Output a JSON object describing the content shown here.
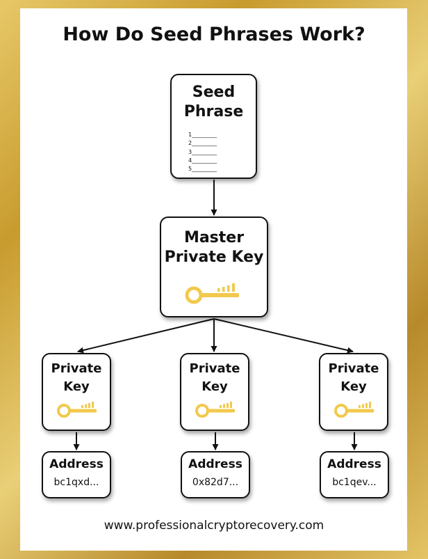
{
  "title": "How Do Seed Phrases Work?",
  "seed_phrase": {
    "label": "Seed Phrase",
    "lines": [
      "1_________",
      "2_________",
      "3_________",
      "4_________",
      "5_________"
    ]
  },
  "master_key": {
    "label": "Master Private Key",
    "icon": "key-icon"
  },
  "private_keys": [
    {
      "label": "Private Key",
      "icon": "key-icon"
    },
    {
      "label": "Private Key",
      "icon": "key-icon"
    },
    {
      "label": "Private Key",
      "icon": "key-icon"
    }
  ],
  "addresses": [
    {
      "label": "Address",
      "value": "bc1qxd..."
    },
    {
      "label": "Address",
      "value": "0x82d7..."
    },
    {
      "label": "Address",
      "value": "bc1qev..."
    }
  ],
  "footer": "www.professionalcryptorecovery.com",
  "colors": {
    "frame_gold": "#d4af37",
    "key_gold": "#f2c94c",
    "ink": "#111111"
  }
}
